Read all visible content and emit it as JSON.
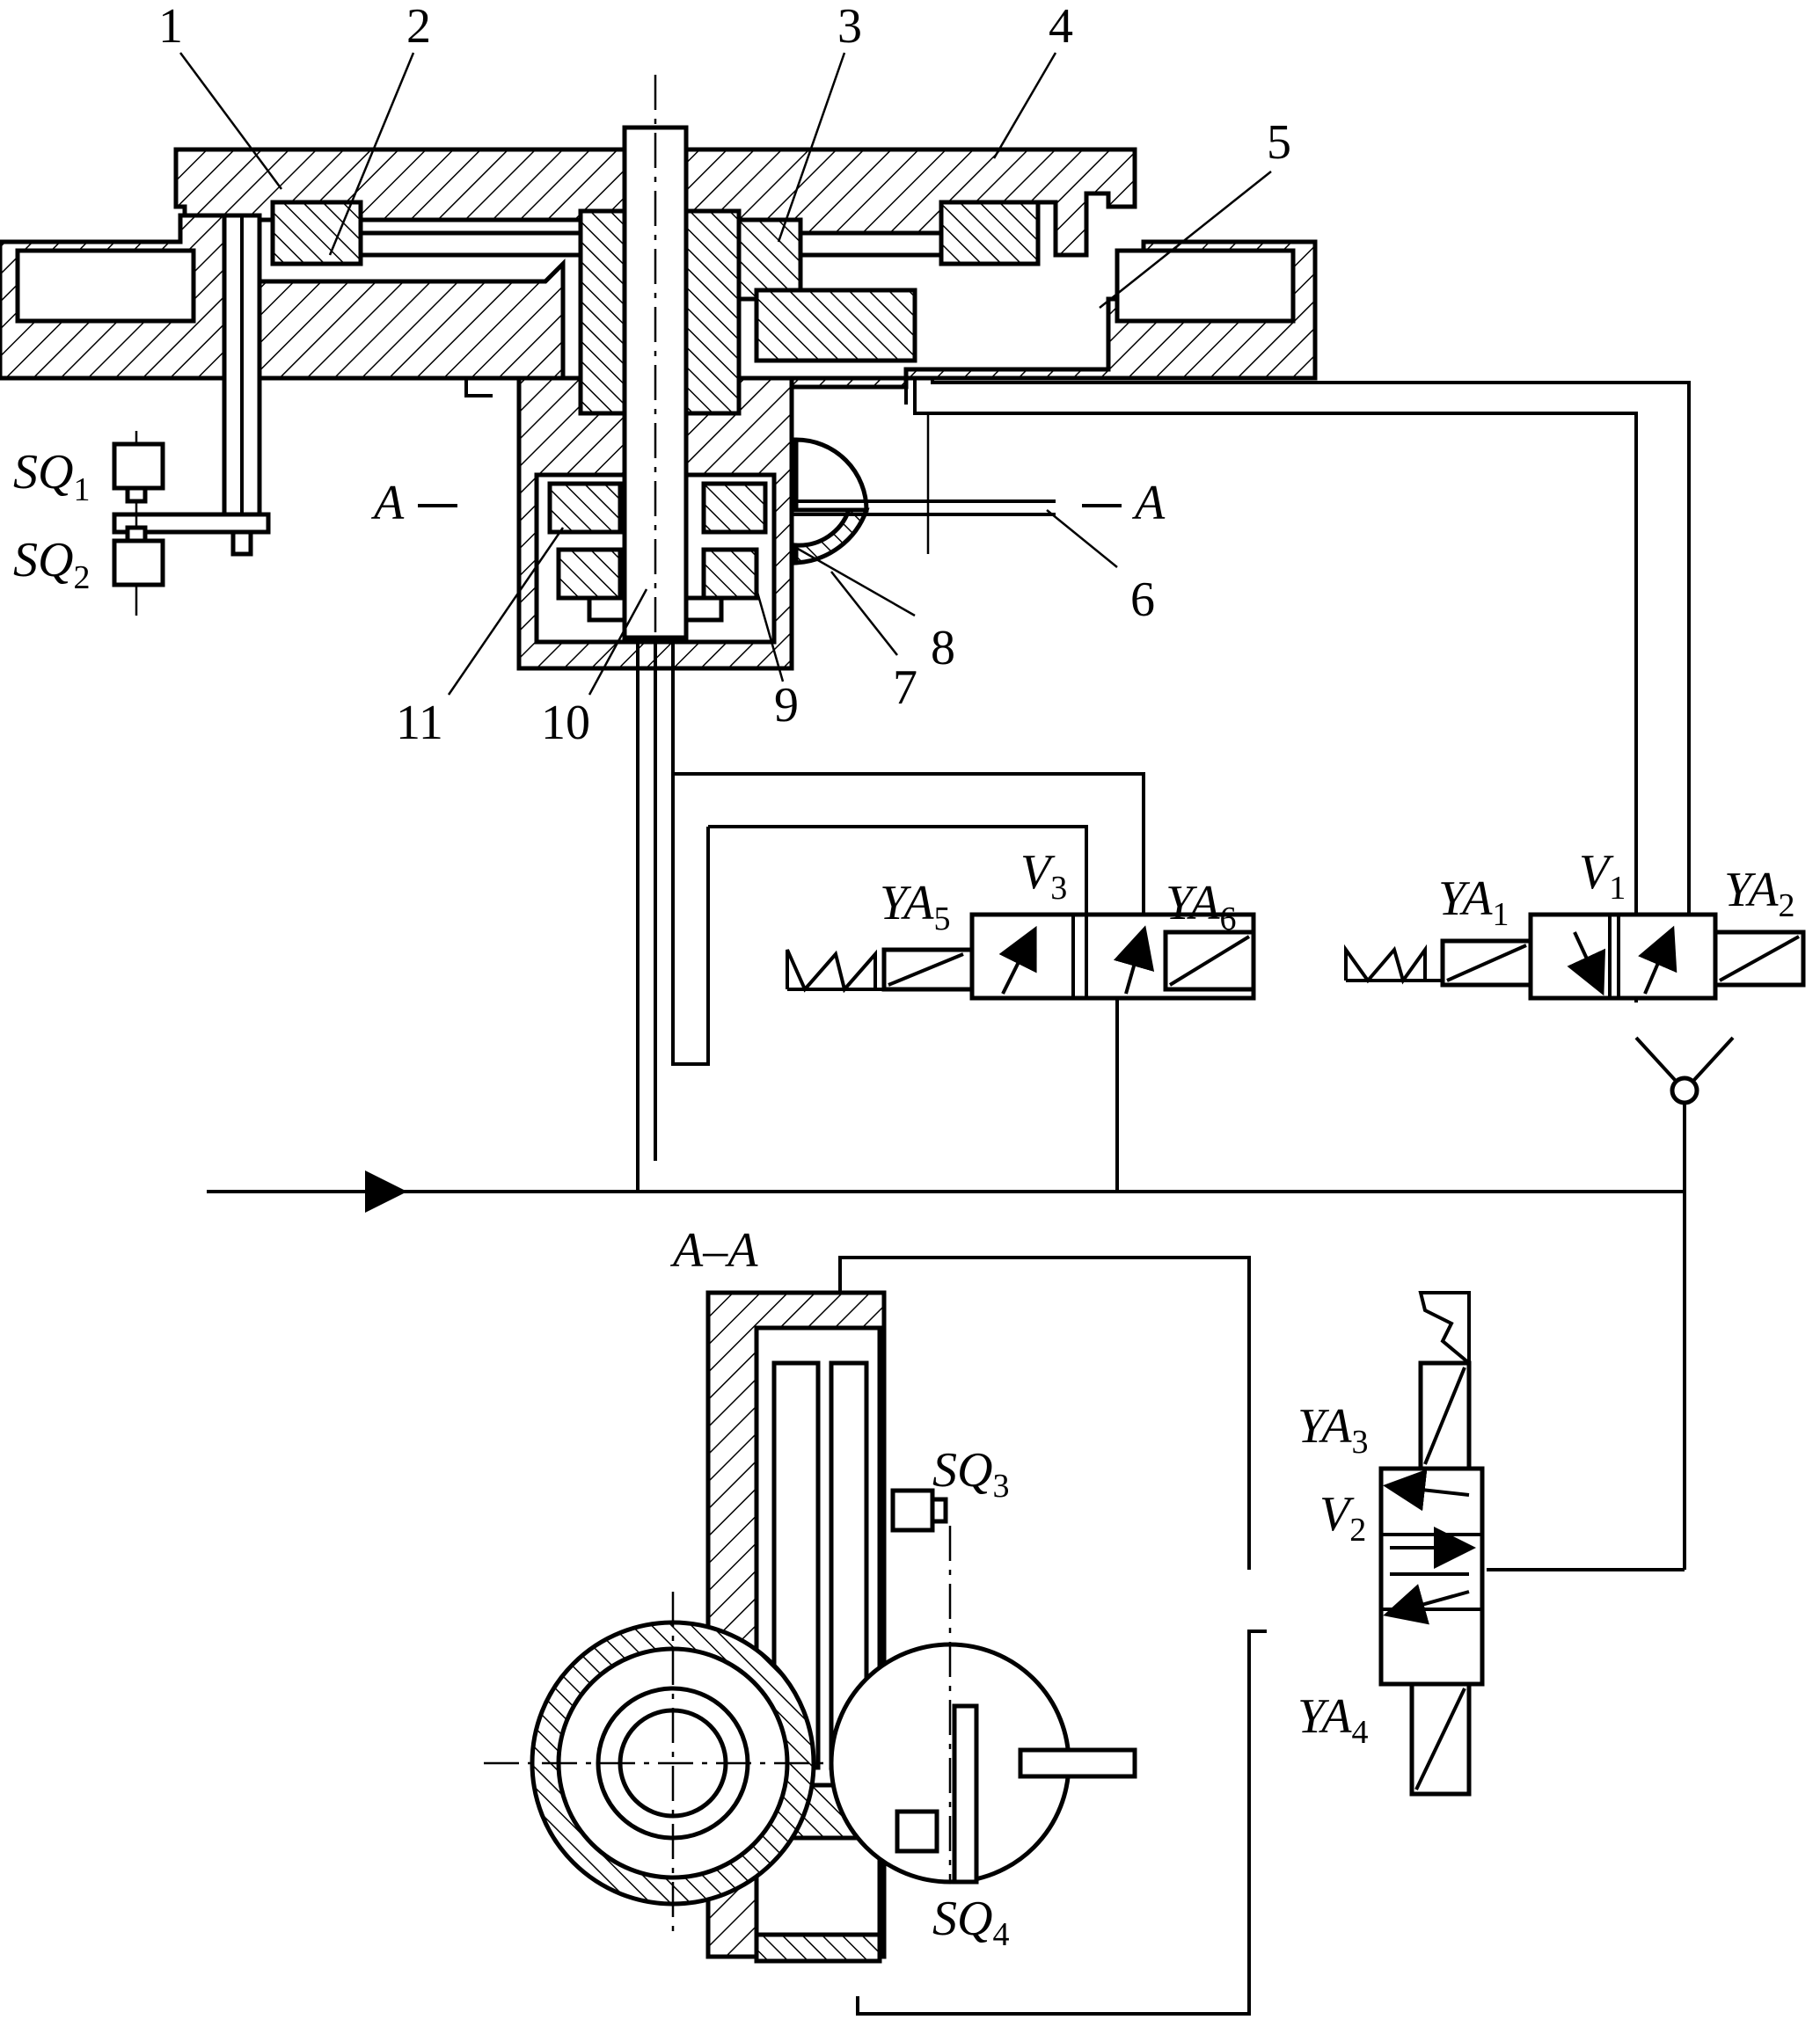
{
  "labels": {
    "n1": "1",
    "n2": "2",
    "n3": "3",
    "n4": "4",
    "n5": "5",
    "n6": "6",
    "n7": "7",
    "n8": "8",
    "n9": "9",
    "n10": "10",
    "n11": "11",
    "sq1": "SQ",
    "sq1_sub": "1",
    "sq2": "SQ",
    "sq2_sub": "2",
    "sq3": "SQ",
    "sq3_sub": "3",
    "sq4": "SQ",
    "sq4_sub": "4",
    "section_left": "A",
    "section_right": "A",
    "section_view": "A–A",
    "ya1": "YA",
    "ya1_sub": "1",
    "ya2": "YA",
    "ya2_sub": "2",
    "ya3": "YA",
    "ya3_sub": "3",
    "ya4": "YA",
    "ya4_sub": "4",
    "ya5": "YA",
    "ya5_sub": "5",
    "ya6": "YA",
    "ya6_sub": "6",
    "v1": "V",
    "v1_sub": "1",
    "v2": "V",
    "v2_sub": "2",
    "v3": "V",
    "v3_sub": "3"
  }
}
